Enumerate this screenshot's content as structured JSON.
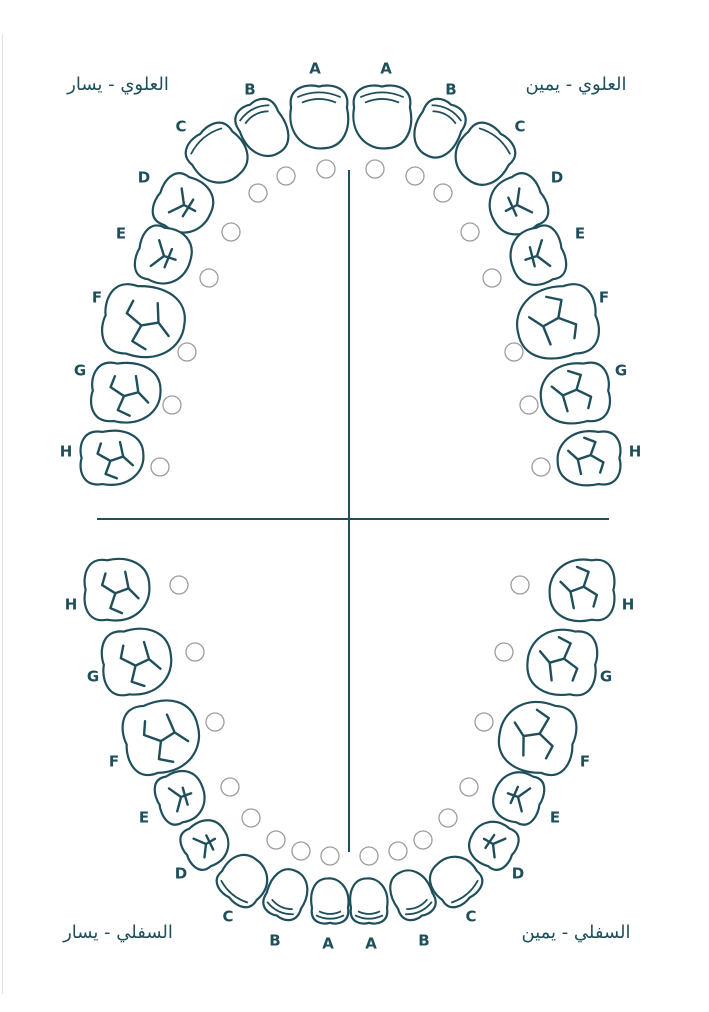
{
  "quadrant_labels": {
    "upper_left": "العلوي - يسار",
    "upper_right": "العلوي - يمين",
    "lower_left": "السفلي - يسار",
    "lower_right": "السفلي - يمين"
  },
  "tooth_letters": [
    "A",
    "B",
    "C",
    "D",
    "E",
    "F",
    "G",
    "H"
  ],
  "colors": {
    "tooth_outline": "#1f4f5b",
    "selector_outline": "#9d9d9d",
    "background": "#ffffff"
  },
  "icons": {
    "selector": "empty-circle",
    "tooth": "tooth-outline"
  }
}
